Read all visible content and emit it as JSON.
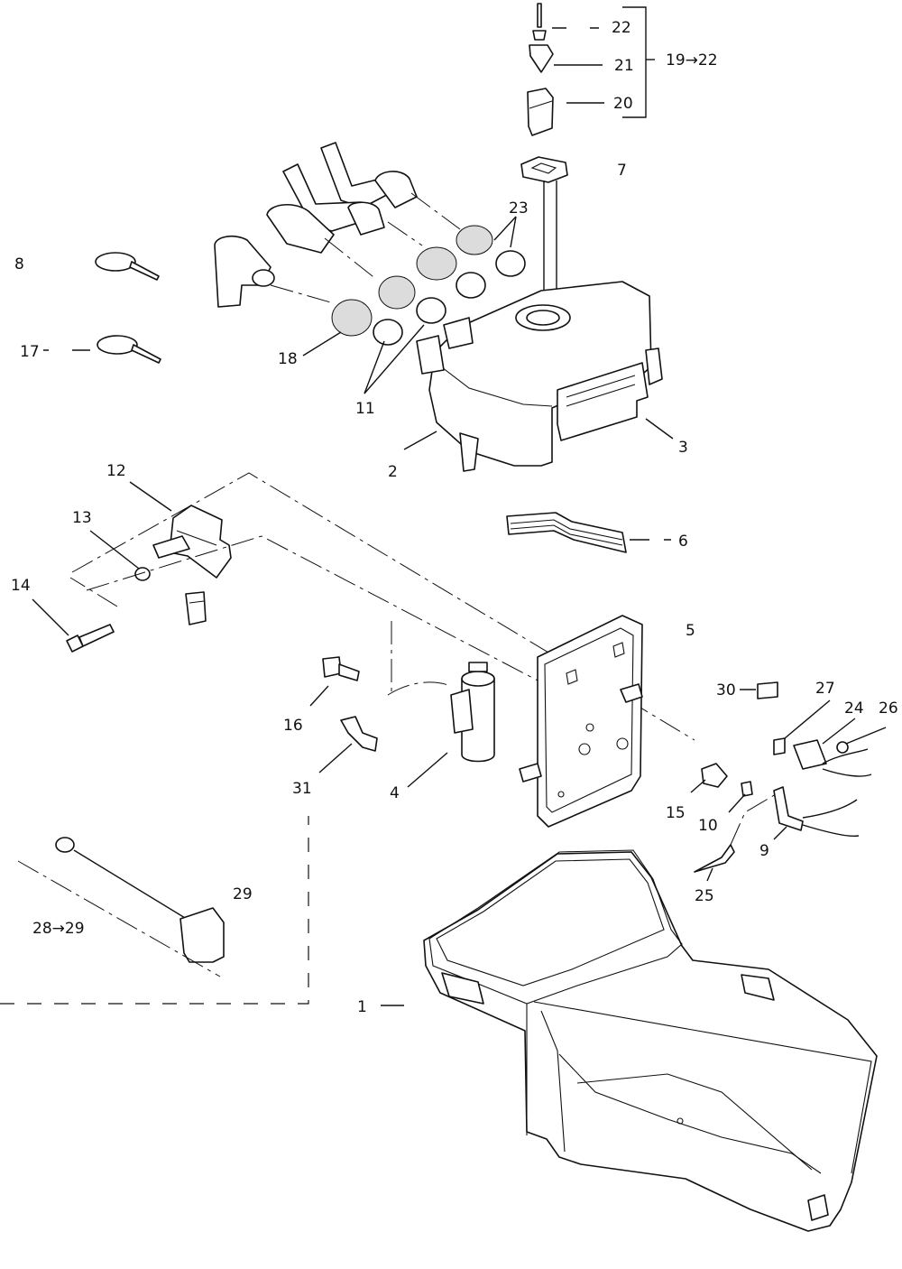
{
  "labels": {
    "p1": "1",
    "p2": "2",
    "p3": "3",
    "p4": "4",
    "p5": "5",
    "p6": "6",
    "p7": "7",
    "p8": "8",
    "p9": "9",
    "p10": "10",
    "p11": "11",
    "p12": "12",
    "p13": "13",
    "p14": "14",
    "p15": "15",
    "p16": "16",
    "p17": "17",
    "p18": "18",
    "p20": "20",
    "p21": "21",
    "p22": "22",
    "p23": "23",
    "p24": "24",
    "p25": "25",
    "p26": "26",
    "p27": "27",
    "p29": "29",
    "p30": "30",
    "p31": "31",
    "g19_22": "19→22",
    "g28_29": "28→29"
  }
}
